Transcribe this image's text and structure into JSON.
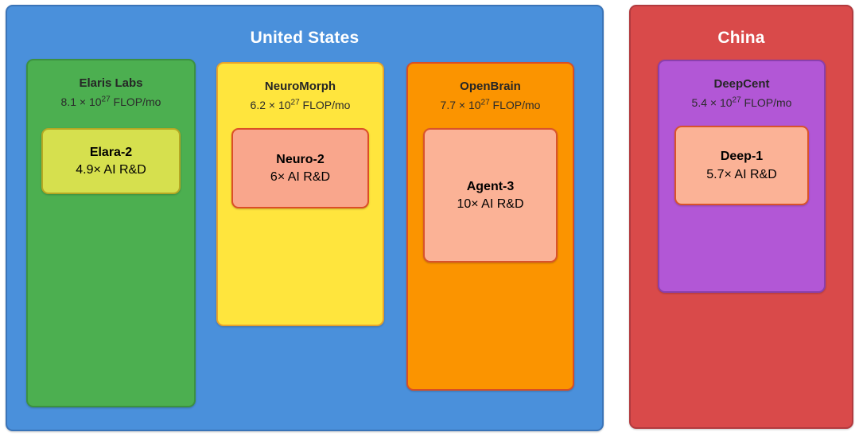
{
  "diagram": {
    "type": "nested-boxes",
    "title_visible": false,
    "countries": [
      {
        "name": "United States",
        "color": "#4A90DB",
        "border": "#3A74B8",
        "labs": [
          {
            "name": "Elaris Labs",
            "compute": "8.1 × 10",
            "compute_exp": "27",
            "compute_unit": " FLOP/mo",
            "color": "#4CAF50",
            "border": "#3C9140",
            "model": {
              "name": "Elara-2",
              "multiplier": "4.9× AI R&D",
              "color": "#D6E04E",
              "border": "#B5A823"
            }
          },
          {
            "name": "NeuroMorph",
            "compute": "6.2 × 10",
            "compute_exp": "27",
            "compute_unit": " FLOP/mo",
            "color": "#FFE53D",
            "border": "#E8A32B",
            "model": {
              "name": "Neuro-2",
              "multiplier": "6× AI R&D",
              "color": "#F9A68C",
              "border": "#DB4F26"
            }
          },
          {
            "name": "OpenBrain",
            "compute": "7.7 × 10",
            "compute_exp": "27",
            "compute_unit": " FLOP/mo",
            "color": "#FB9400",
            "border": "#D94E24",
            "model": {
              "name": "Agent-3",
              "multiplier": "10× AI R&D",
              "color": "#FBB296",
              "border": "#D9532B"
            }
          }
        ]
      },
      {
        "name": "China",
        "color": "#D94A4A",
        "border": "#B23A3E",
        "labs": [
          {
            "name": "DeepCent",
            "compute": "5.4 × 10",
            "compute_exp": "27",
            "compute_unit": " FLOP/mo",
            "color": "#B257D6",
            "border": "#8A3FAD",
            "model": {
              "name": "Deep-1",
              "multiplier": "5.7× AI R&D",
              "color": "#FBB296",
              "border": "#D9532B"
            }
          }
        ]
      }
    ]
  }
}
